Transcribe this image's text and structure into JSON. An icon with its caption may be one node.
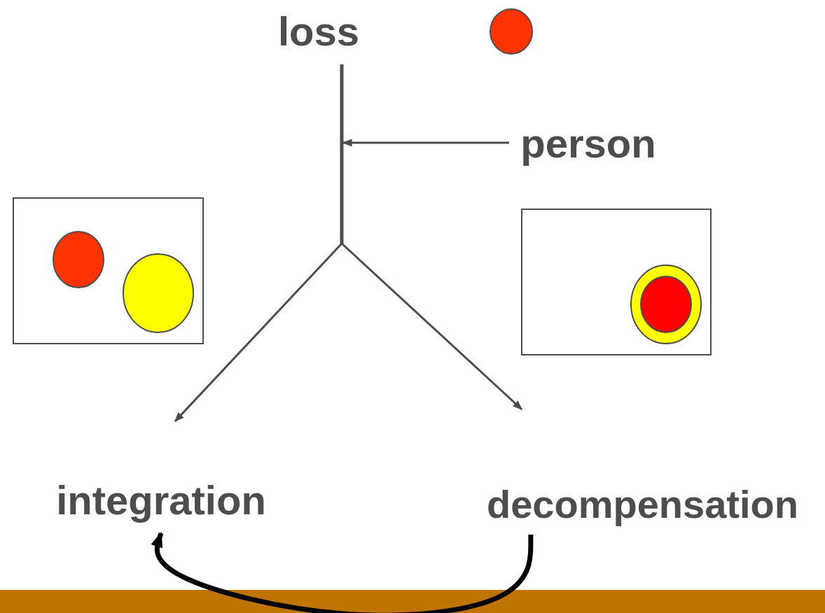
{
  "diagram": {
    "nodes": [
      {
        "text": [
          "loss"
        ]
      },
      {
        "text": [
          "person"
        ]
      },
      {
        "text": [
          "integration"
        ]
      },
      {
        "text": [
          "decompensation"
        ]
      }
    ],
    "edges": [
      {
        "from": 0,
        "to": 2,
        "arrow": "to"
      },
      {
        "from": 0,
        "to": 3,
        "arrow": "to"
      },
      {
        "from": 1,
        "to": null,
        "arrow": "to"
      },
      {
        "from": 3,
        "to": 2,
        "arrow": "to",
        "style": "thick",
        "color": "#000000"
      }
    ]
  }
}
